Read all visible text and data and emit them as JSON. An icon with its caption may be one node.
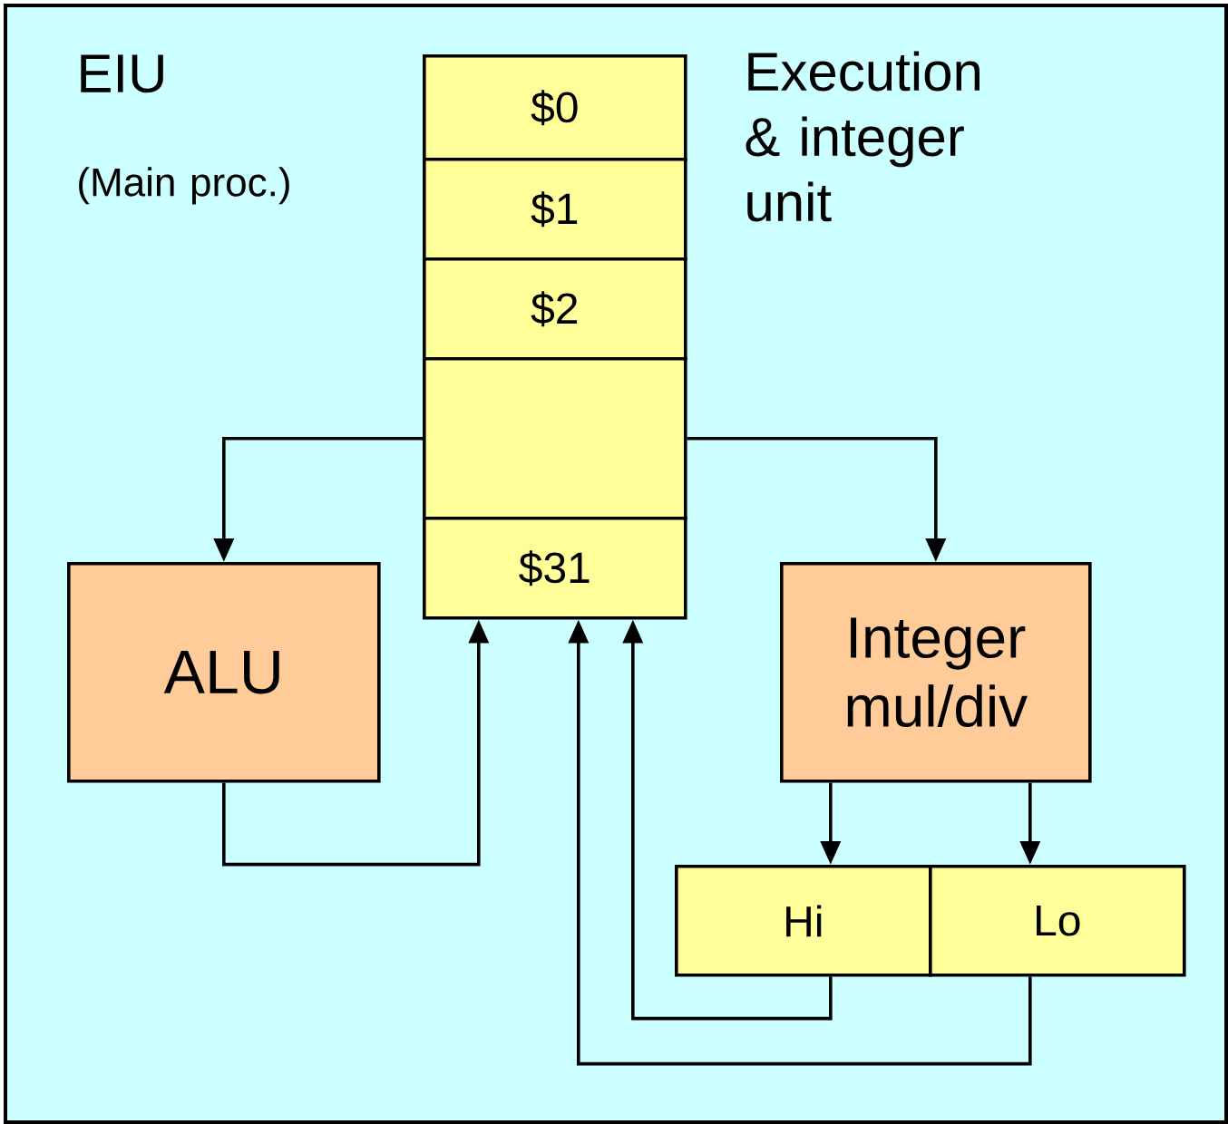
{
  "diagram": {
    "nodes": [
      {
        "text": [
          "EIU",
          "(Main proc.)",
          "Execution & integer unit"
        ]
      },
      {
        "text": [
          "$0"
        ],
        "in": 0
      },
      {
        "text": [
          "$1"
        ],
        "in": 0
      },
      {
        "text": [
          "$2"
        ],
        "in": 0
      },
      {
        "text": [],
        "shape": "box",
        "in": 0
      },
      {
        "text": [
          "$31"
        ],
        "in": 0
      },
      {
        "text": [
          "ALU"
        ],
        "in": 0
      },
      {
        "text": [
          "Integer mul/div"
        ],
        "in": 0
      },
      {
        "text": [
          "Hi"
        ],
        "in": 0
      },
      {
        "text": [
          "Lo"
        ],
        "in": 0
      }
    ],
    "edges": [
      {
        "from": 4,
        "to": 6,
        "arrow": "to"
      },
      {
        "from": 4,
        "to": 7,
        "arrow": "to"
      },
      {
        "from": 6,
        "to": 5,
        "arrow": "to"
      },
      {
        "from": 7,
        "to": 8,
        "arrow": "to"
      },
      {
        "from": 7,
        "to": 9,
        "arrow": "to"
      },
      {
        "from": 8,
        "to": 5,
        "arrow": "to"
      },
      {
        "from": 9,
        "to": 5,
        "arrow": "to"
      }
    ]
  }
}
